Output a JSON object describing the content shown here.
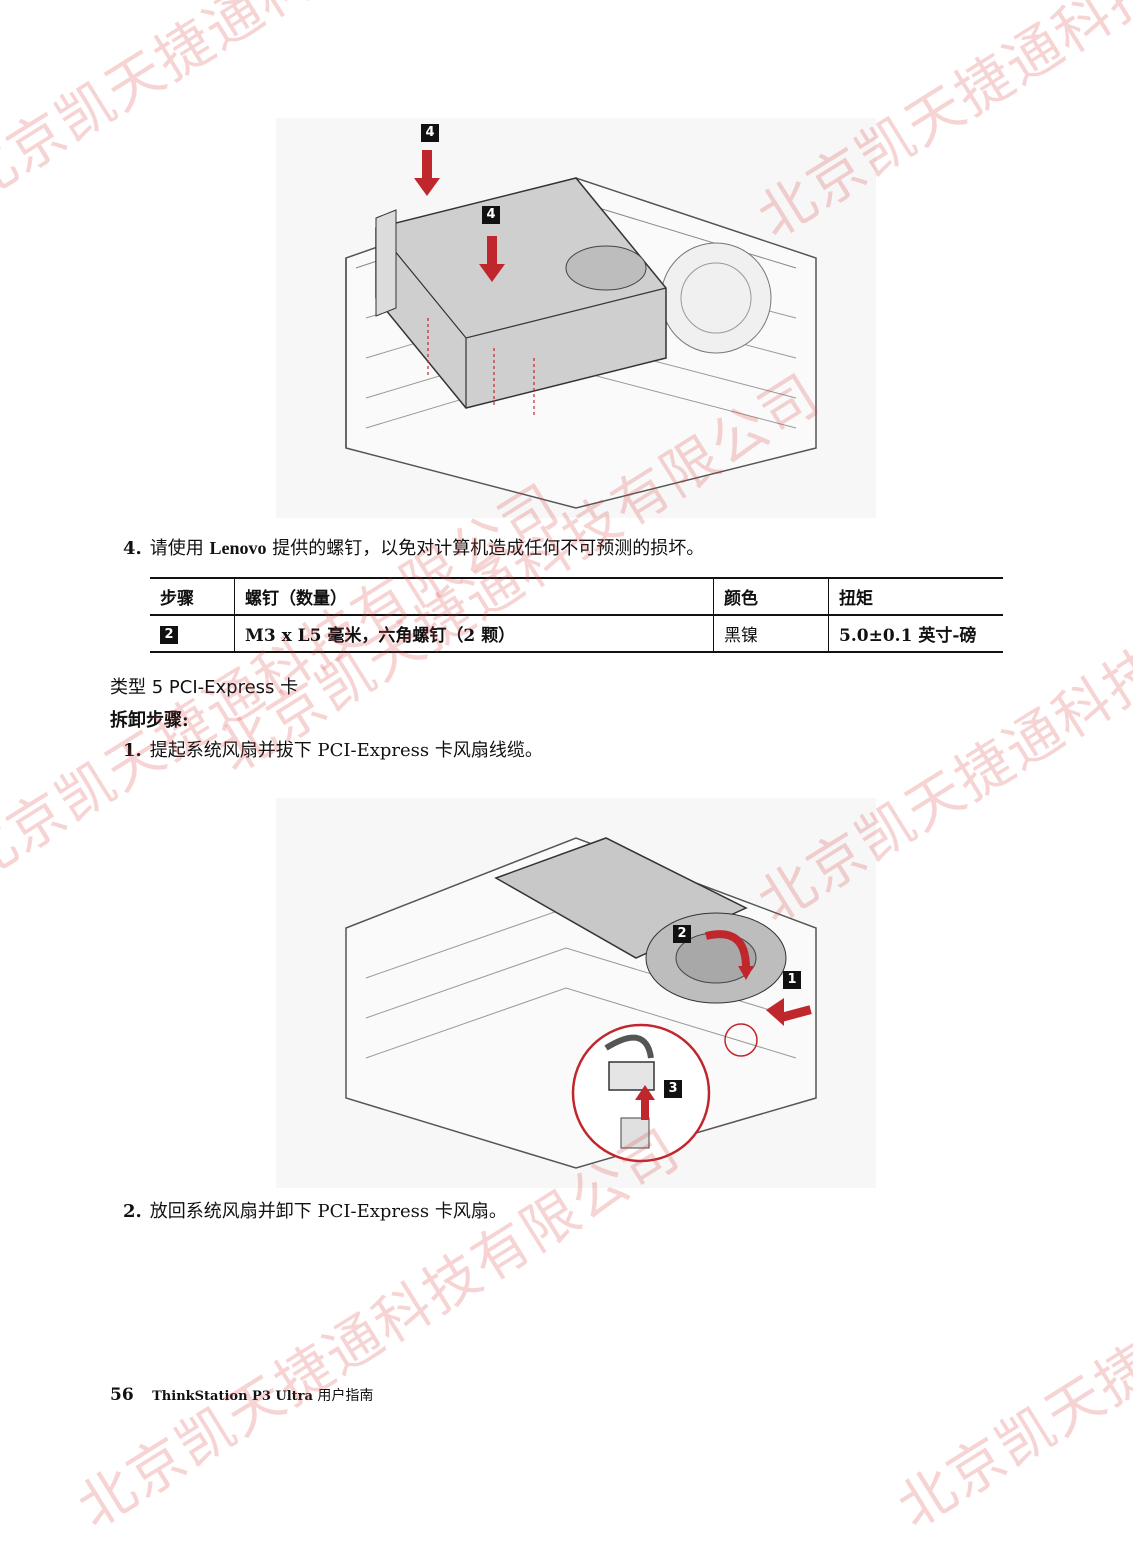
{
  "watermark_text": [
    "北京凯天捷通科技有限公司"
  ],
  "figure1": {
    "callouts": [
      "4",
      "4"
    ]
  },
  "step4": {
    "number": "4.",
    "text_before": "请使用",
    "brand": "Lenovo",
    "text_after": "提供的螺钉，以免对计算机造成任何不可预测的损坏。"
  },
  "screw_table": {
    "headers": [
      "步骤",
      "螺钉（数量）",
      "颜色",
      "扭矩"
    ],
    "rows": [
      {
        "step": "2",
        "screw": "M3 x L5 毫米，六角螺钉（2 颗）",
        "color": "黑镍",
        "torque": "5.0±0.1 英寸-磅"
      }
    ]
  },
  "section_title": "类型 5 PCI-Express 卡",
  "procedure_label": "拆卸步骤:",
  "step1": {
    "number": "1.",
    "text": "提起系统风扇并拔下 PCI-Express 卡风扇线缆。"
  },
  "figure2": {
    "callouts": [
      "2",
      "1",
      "3"
    ]
  },
  "step2": {
    "number": "2.",
    "text": "放回系统风扇并卸下 PCI-Express 卡风扇。"
  },
  "footer": {
    "page_number": "56",
    "title": "ThinkStation P3 Ultra",
    "subtitle": "用户指南"
  },
  "colors": {
    "accent_red": "#c0272d",
    "callout_bg": "#111111"
  }
}
